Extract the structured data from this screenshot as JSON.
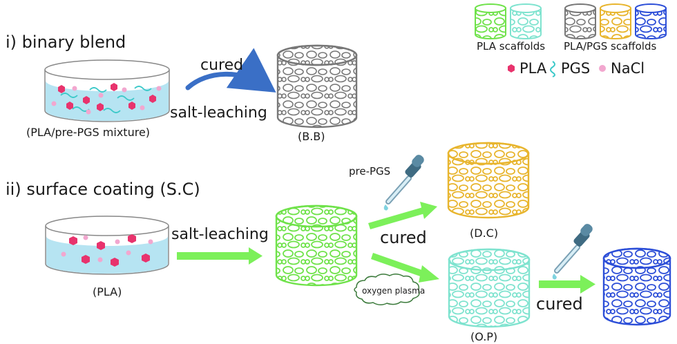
{
  "sections": {
    "binary_blend": {
      "title": "i) binary blend"
    },
    "surface_coating": {
      "title": "ii) surface coating (S.C)"
    }
  },
  "labels": {
    "pla_pregs_mixture": "(PLA∕pre-PGS mixture)",
    "pla_dish": "(PLA)",
    "bb": "(B.B)",
    "dc": "(D.C)",
    "op": "(O.P)",
    "cured_top": "cured",
    "salt_leaching_top": "salt-leaching",
    "salt_leaching_bottom": "salt-leaching",
    "cured_dc": "cured",
    "cured_final": "cured",
    "pre_pgs": "pre-PGS",
    "oxygen_plasma": "oxygen plasma"
  },
  "legend": {
    "pla_scaffolds": "PLA scaffolds",
    "pla_pgs_scaffolds": "PLA/PGS scaffolds",
    "pla": "PLA",
    "pgs": "PGS",
    "nacl": "NaCl"
  },
  "colors": {
    "pla_scaffold_green": "#6fe24a",
    "pla_scaffold_cyan": "#7fe3cf",
    "bb_gray": "#777777",
    "dc_yellow": "#e8b52e",
    "final_blue": "#2d4fd8",
    "arrow_green": "#7cf05a",
    "arrow_blue": "#3a6fc6",
    "pla_particle": "#e8336d",
    "nacl_particle": "#f2a7cf",
    "pgs_strand": "#3cc9c9",
    "dish_fill": "#b6e4f2"
  }
}
